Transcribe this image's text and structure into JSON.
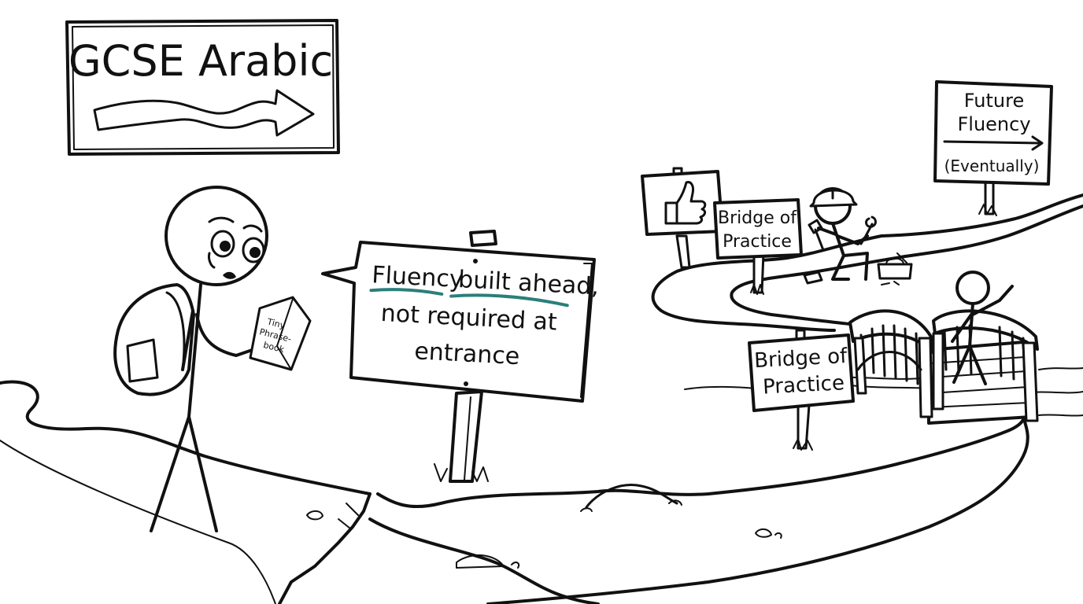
{
  "title_sign": {
    "text": "GCSE Arabic"
  },
  "speech_sign": {
    "line1_a": "Fluency",
    "line1_b": "built ahead,",
    "line2": "not required at",
    "line3": "entrance",
    "underline_color": "#2a7f7a"
  },
  "phrasebook": {
    "line1": "Tiny",
    "line2": "Phrase-",
    "line3": "book"
  },
  "bridge_sign_small": {
    "line1": "Bridge of",
    "line2": "Practice"
  },
  "bridge_sign_large": {
    "line1": "Bridge of",
    "line2": "Practice"
  },
  "future_sign": {
    "line1": "Future",
    "line2": "Fluency",
    "line3": "(Eventually)"
  },
  "thumbs_sign": {
    "icon": "thumbs-up-icon"
  }
}
